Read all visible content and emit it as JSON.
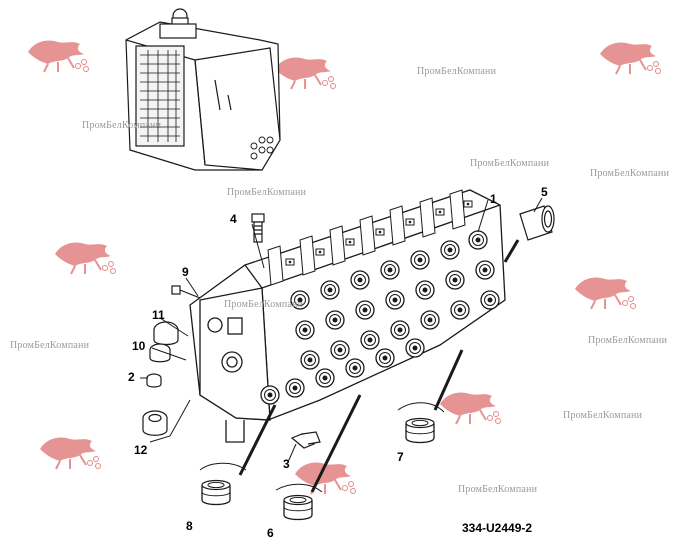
{
  "figure": {
    "drawing_code": "334-U2449-2"
  },
  "callouts": [
    "1",
    "2",
    "3",
    "4",
    "5",
    "6",
    "7",
    "8",
    "9",
    "10",
    "11",
    "12"
  ],
  "watermark": {
    "text": "ПромБелКомпани",
    "color": "#9a9a9a",
    "logo_icon": "red-horse-logo-icon"
  },
  "colors": {
    "line": "#1a1a1a",
    "watermark_logo": "#d23a3a"
  }
}
